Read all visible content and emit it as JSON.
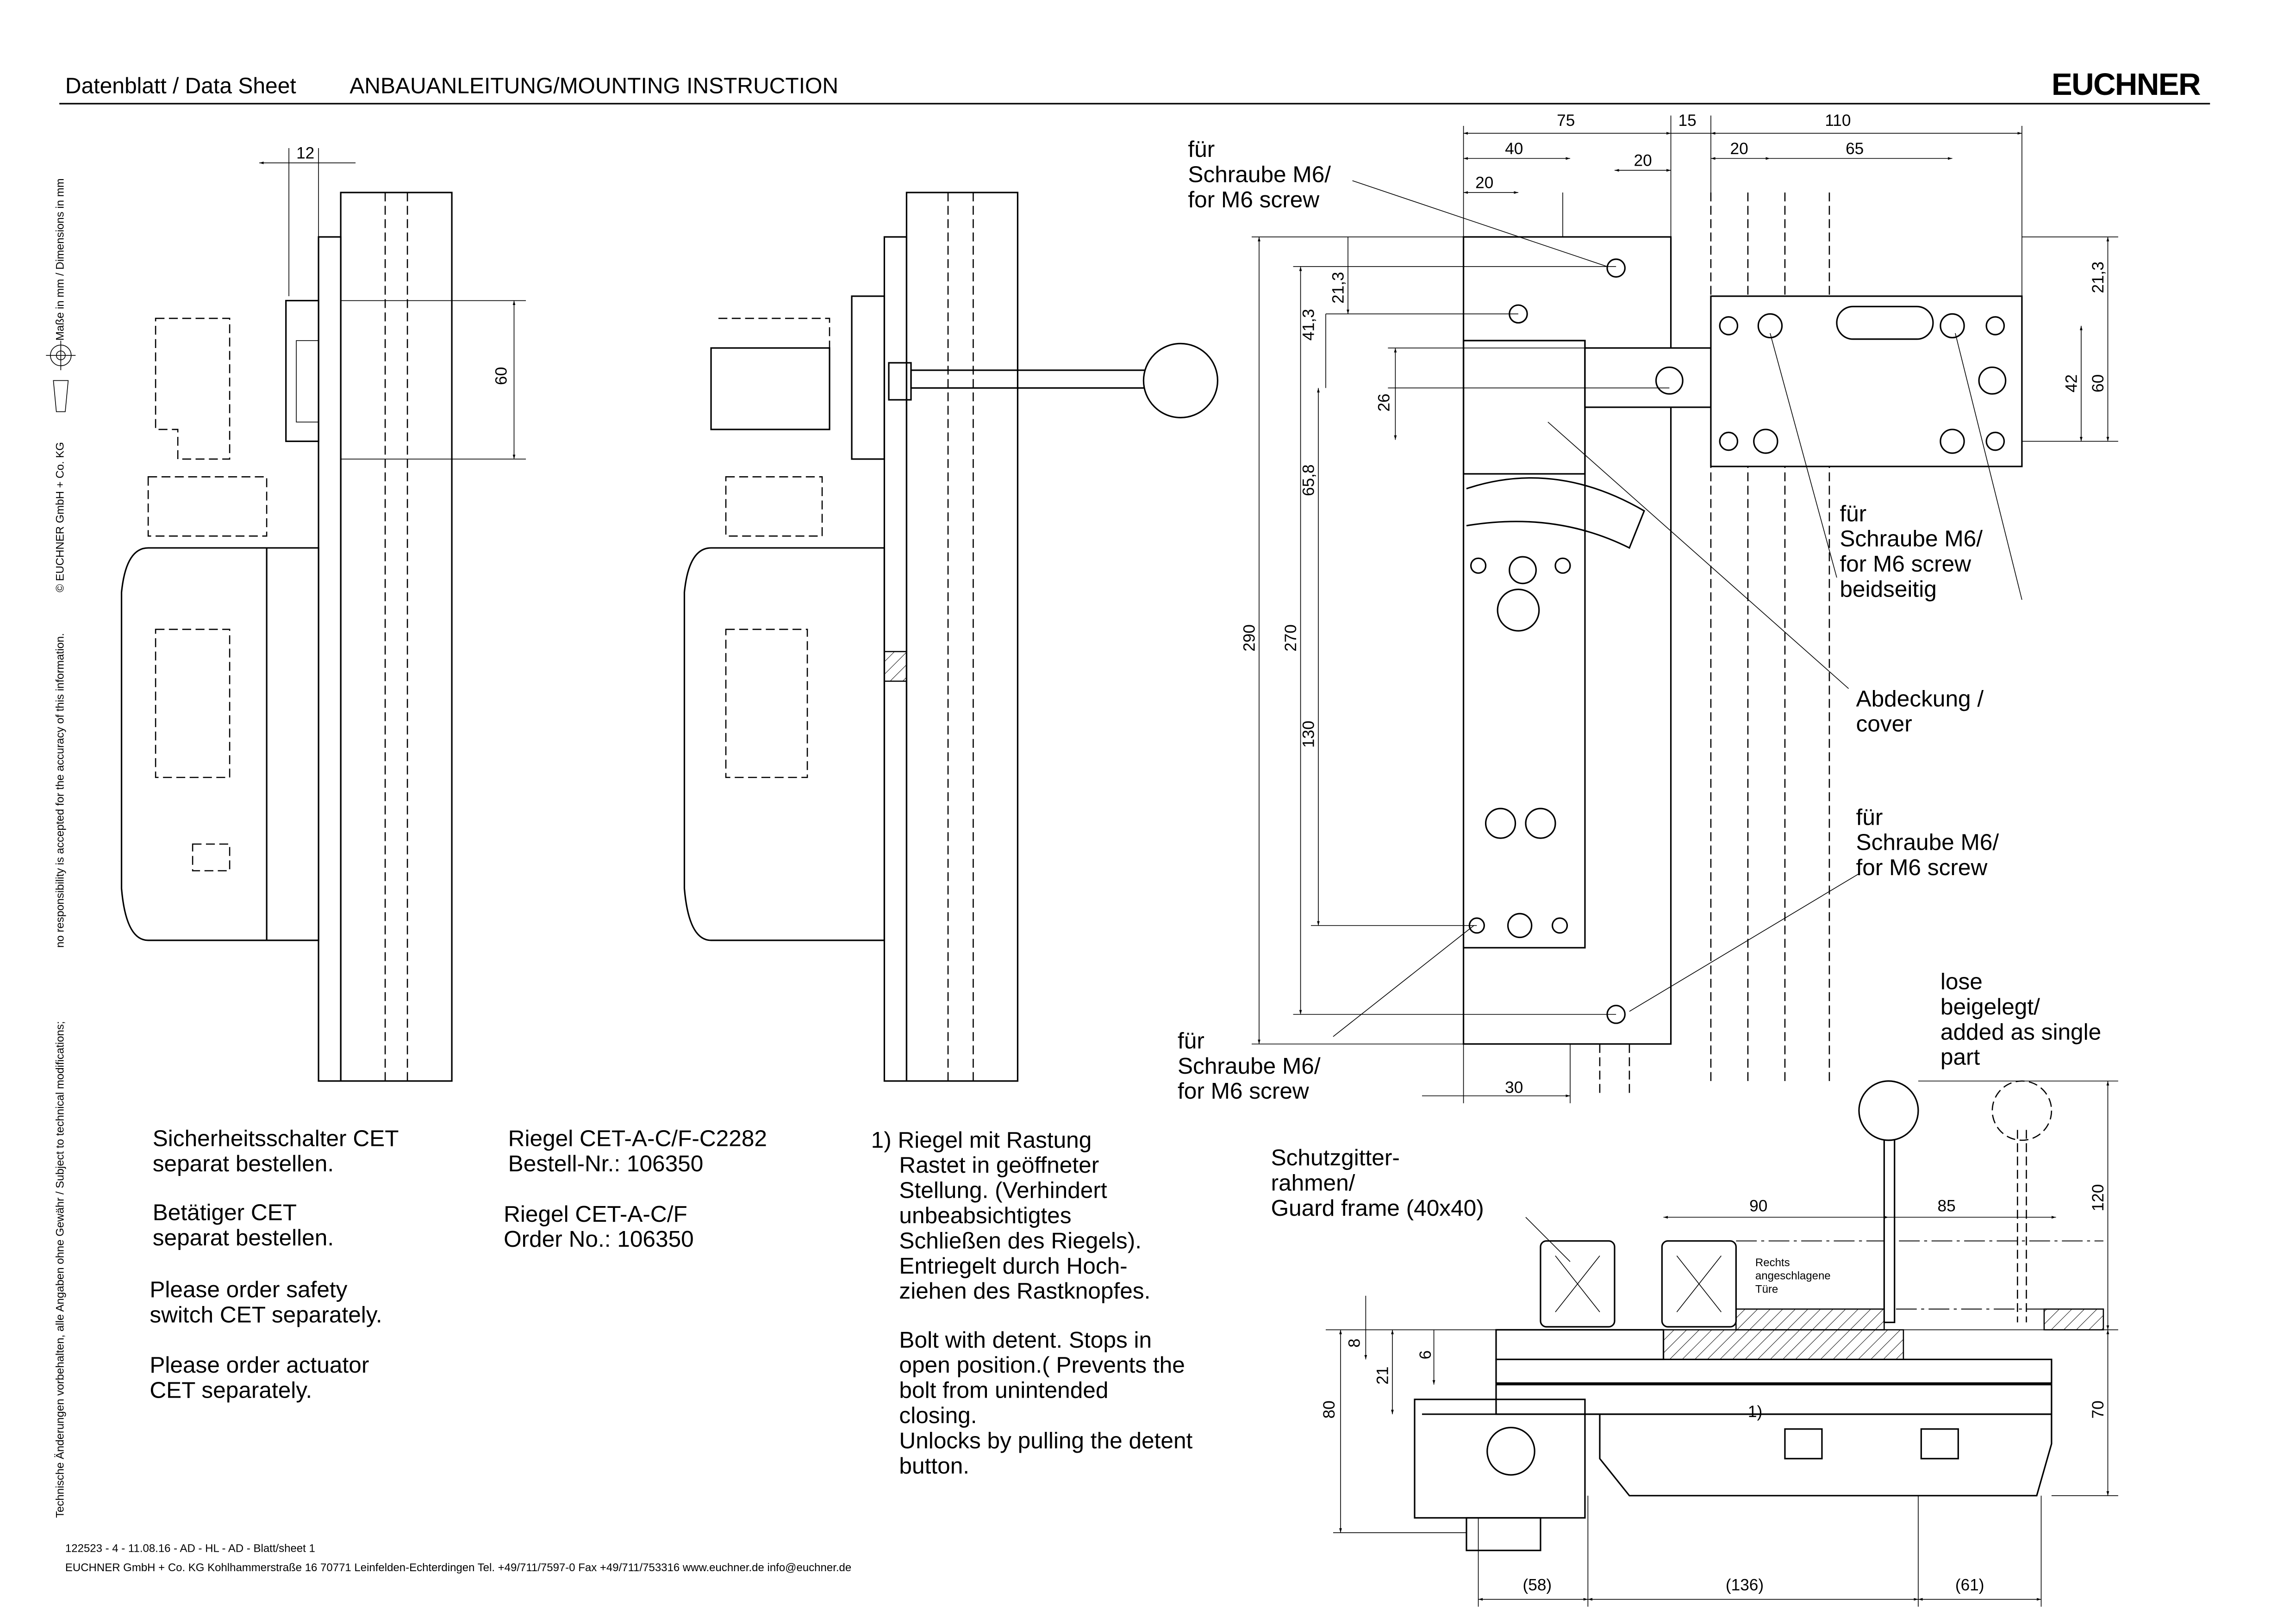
{
  "header": {
    "doc_type": "Datenblatt / Data Sheet",
    "title": "ANBAUANLEITUNG/MOUNTING INSTRUCTION",
    "logo": "EUCHNER"
  },
  "side_text": {
    "dimensions_note": "Maße in mm / Dimensions in mm",
    "copyright": "© EUCHNER GmbH + Co. KG",
    "disclaimer": "no responsibility is accepted for the accuracy of this information.",
    "changes": "Technische Änderungen vorbehalten, alle Angaben ohne Gewähr / Subject to technical modifications;"
  },
  "notes": {
    "col1": [
      "Sicherheitsschalter CET",
      "separat bestellen.",
      "Betätiger CET",
      "separat bestellen.",
      "Please order safety",
      "switch CET separately.",
      "Please order actuator",
      "CET separately."
    ],
    "col2": [
      "Riegel CET-A-C/F-C2282",
      "Bestell-Nr.: 106350",
      "Riegel CET-A-C/F",
      "Order No.: 106350"
    ],
    "col3": [
      "1) Riegel mit Rastung",
      "Rastet in geöffneter",
      "Stellung. (Verhindert",
      "unbeabsichtigtes",
      "Schließen des Riegels).",
      "Entriegelt durch Hoch-",
      "ziehen des Rastknopfes.",
      "Bolt with detent. Stops in",
      "open position.( Prevents the",
      "bolt from unintended",
      "closing.",
      "Unlocks by pulling the detent",
      "button."
    ]
  },
  "labels": {
    "screw_top": [
      "für",
      "Schraube M6/",
      "for M6 screw"
    ],
    "screw_right": [
      "für",
      "Schraube M6/",
      "for M6 screw",
      "beidseitig"
    ],
    "cover": [
      "Abdeckung /",
      "cover"
    ],
    "screw_mid": [
      "für",
      "Schraube M6/",
      "for M6 screw"
    ],
    "screw_bottom": [
      "für",
      "Schraube M6/",
      "for M6 screw"
    ],
    "loose": [
      "lose",
      "beigelegt/",
      "added as single",
      "part"
    ],
    "guard_frame": [
      "Schutzgitter-",
      "rahmen/",
      "Guard frame (40x40)"
    ],
    "door": [
      "Rechts",
      "angeschlagene",
      "Türe"
    ],
    "detent_ref": "1)"
  },
  "dimensions": {
    "left_12": "12",
    "left_60": "60",
    "top_75": "75",
    "top_15": "15",
    "top_110": "110",
    "top_40": "40",
    "top_20a": "20",
    "top_20b": "20",
    "top_20c": "20",
    "top_65": "65",
    "v_21_3a": "21,3",
    "v_41_3": "41,3",
    "v_26": "26",
    "v_65_8": "65,8",
    "v_290": "290",
    "v_270": "270",
    "v_130": "130",
    "r_21_3": "21,3",
    "r_42": "42",
    "r_60": "60",
    "bottom_30": "30",
    "b_90": "90",
    "b_85": "85",
    "b_120": "120",
    "b_8": "8",
    "b_21": "21",
    "b_6": "6",
    "b_80": "80",
    "b_70": "70",
    "b_58": "(58)",
    "b_136": "(136)",
    "b_61": "(61)"
  },
  "footer": {
    "doc_id": "122523 - 4 - 11.08.16 - AD - HL - AD - Blatt/sheet  1",
    "address": "EUCHNER GmbH + Co. KG  Kohlhammerstraße 16   70771 Leinfelden-Echterdingen     Tel. +49/711/7597-0  Fax +49/711/753316  www.euchner.de  info@euchner.de"
  }
}
